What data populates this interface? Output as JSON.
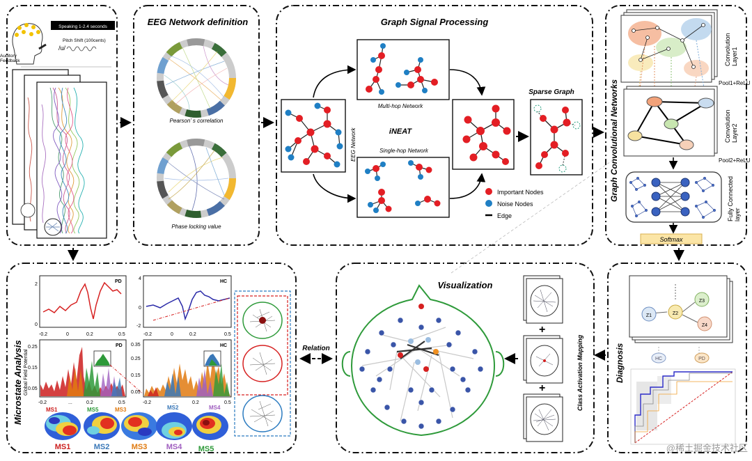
{
  "eeg_panel": {
    "header": "Speaking 1-2.4 seconds",
    "pitch_shift": "Pitch Shift (100cents)",
    "vowel": "/u/",
    "auditory_feedback": "Auditory\nFeedback"
  },
  "network_definition": {
    "title": "EEG Network definition",
    "pearson_label": "Pearson’ s correlation",
    "plv_label": "Phase locking value"
  },
  "gsp": {
    "title": "Graph Signal Processing",
    "eeg_network_label": "EEG Network",
    "multi_hop_label": "Multi-hop Network",
    "ineat_label": "iNEAT",
    "single_hop_label": "Single-hop Network",
    "sparse_graph_label": "Sparse Graph",
    "legend": {
      "important": "Important Nodes",
      "noise": "Noise Nodes",
      "edge": "Edge"
    }
  },
  "gcn": {
    "title": "Graph Convolutional Networks",
    "conv1_label": "Convolution\nLayer1",
    "pool1_label": "Pool1+ReLU",
    "conv2_label": "Convolution\nLayer2",
    "pool2_label": "Pool2+ReLU",
    "fc_label": "Fully Connected\nlayer",
    "softmax_label": "Softmax"
  },
  "microstate": {
    "title": "Microstate Analysis",
    "top_left_tag": "PD",
    "top_right_tag": "HC",
    "bottom_left_tag": "PD",
    "bottom_right_tag": "HC",
    "y_axis_label": "Global Field Potential",
    "top_left_yticks": [
      "2",
      "0"
    ],
    "top_left_xticks": [
      "-0.2",
      "0",
      "0.2",
      "0.5"
    ],
    "top_right_yticks": [
      "4",
      "0",
      "-2"
    ],
    "top_right_xticks": [
      "-0.2",
      "0",
      "0.2",
      "0.5"
    ],
    "bottom_left_yticks": [
      "0.25",
      "0.15",
      "0.05"
    ],
    "bottom_left_xticks": [
      "-0.2",
      "...",
      "0.2",
      "0.5"
    ],
    "bottom_right_yticks": [
      "0.35",
      "0.25",
      "0.15",
      "0.05"
    ],
    "bottom_right_xticks": [
      "-0.2",
      "...",
      "0.2",
      "0.5"
    ],
    "bottom_left_ms": [
      "MS1",
      "MS5",
      "MS3"
    ],
    "bottom_right_ms": [
      "MS2",
      "MS4"
    ],
    "topomaps": [
      "MS1",
      "MS2",
      "MS3",
      "MS4",
      "MS5"
    ],
    "topomap_colors": [
      "#cc1f1f",
      "#3a78b8",
      "#e07a10",
      "#a060c0",
      "#2e9a3a"
    ]
  },
  "relation_label": "Relation",
  "visualization": {
    "title": "Visualization",
    "cam_label": "Class Activation Mapping"
  },
  "diagnosis": {
    "title": "Diagnosis",
    "nodes": [
      "Z1",
      "Z2",
      "Z3",
      "Z4"
    ],
    "hc_label": "HC",
    "pd_label": "PD"
  },
  "watermark": "@稀土掘金技术社区"
}
